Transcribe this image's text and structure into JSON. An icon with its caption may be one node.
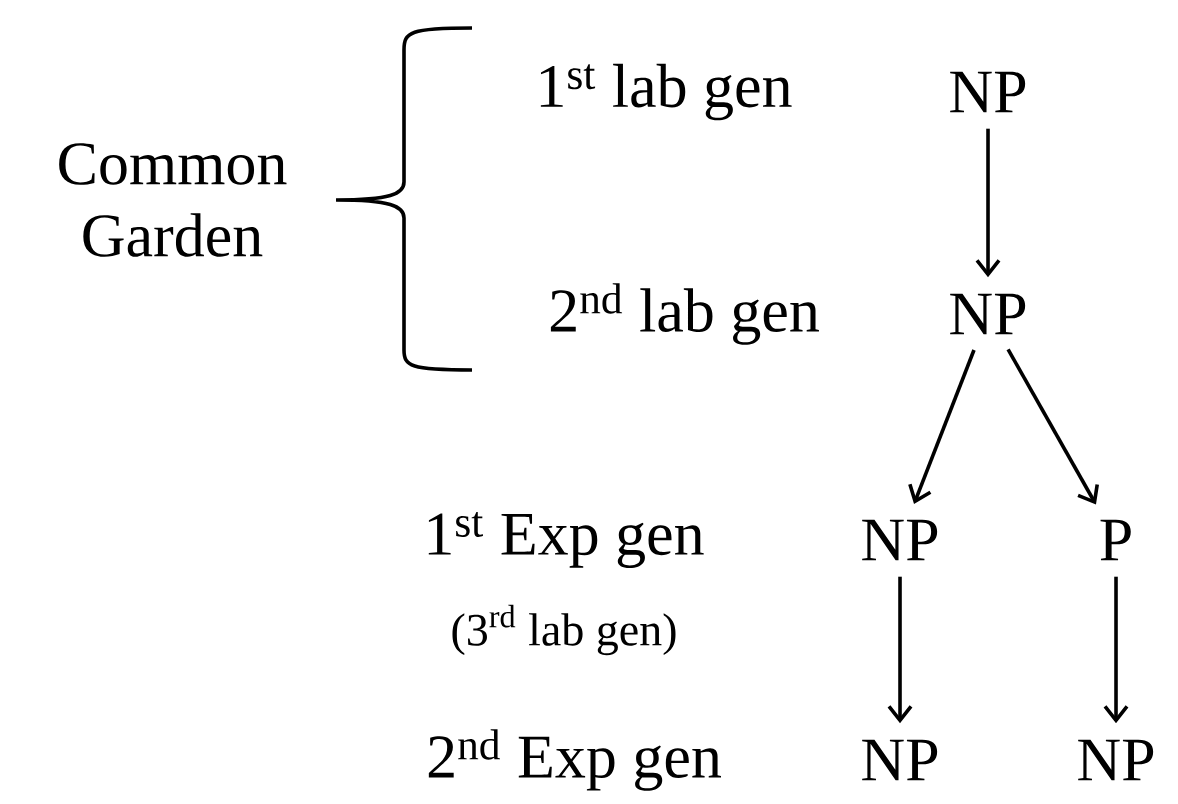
{
  "diagram": {
    "nodes": [
      {
        "text": [
          "NP"
        ]
      },
      {
        "text": [
          "NP"
        ]
      },
      {
        "text": [
          "NP"
        ]
      },
      {
        "text": [
          "P"
        ]
      },
      {
        "text": [
          "NP"
        ]
      },
      {
        "text": [
          "NP"
        ]
      }
    ],
    "edges": [
      {
        "from": 0,
        "to": 1,
        "arrow": "to"
      },
      {
        "from": 1,
        "to": 2,
        "arrow": "to"
      },
      {
        "from": 1,
        "to": 3,
        "arrow": "to"
      },
      {
        "from": 2,
        "to": 4,
        "arrow": "to"
      },
      {
        "from": 3,
        "to": 5,
        "arrow": "to"
      }
    ],
    "labels": [
      "Common Garden",
      "1$^{st}$ lab gen",
      "2$^{nd}$ lab gen",
      "1$^{st}$ Exp gen",
      "(3$^{rd}$ lab gen)",
      "2$^{nd}$ Exp gen"
    ]
  }
}
